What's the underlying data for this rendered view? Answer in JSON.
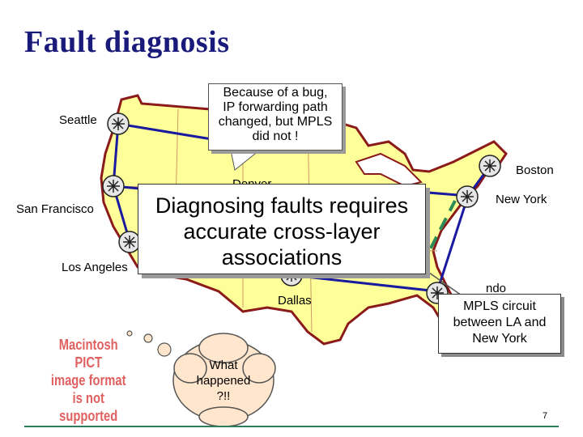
{
  "slide": {
    "title": "Fault diagnosis",
    "page_number": "7"
  },
  "cities": {
    "seattle": "Seattle",
    "san_francisco": "San Francisco",
    "los_angeles": "Los Angeles",
    "denver": "Denver",
    "dallas": "Dallas",
    "boston": "Boston",
    "new_york": "New York",
    "orlando_partial": "ndo"
  },
  "callouts": {
    "bug_note": [
      "Because of a bug,",
      "IP forwarding path",
      "changed, but MPLS",
      "did not !"
    ],
    "main_message": [
      "Diagnosing faults requires",
      "accurate cross-layer",
      "associations"
    ],
    "mpls_circuit": [
      "MPLS circuit",
      "between LA and",
      "New York"
    ],
    "question_cloud": [
      "What",
      "happened",
      "?!!"
    ]
  },
  "placeholder_image": [
    "Macintosh PICT",
    "image format",
    "is not supported"
  ],
  "colors": {
    "title": "#1a1a7a",
    "map_fill": "#ffff99",
    "map_border": "#8b1a1a",
    "link": "#1a1aa0",
    "mpls_path": "#2e8b57",
    "footer_line": "#2e7d5a",
    "pict_text": "#e06060"
  },
  "icons": {
    "router": "router-icon"
  }
}
